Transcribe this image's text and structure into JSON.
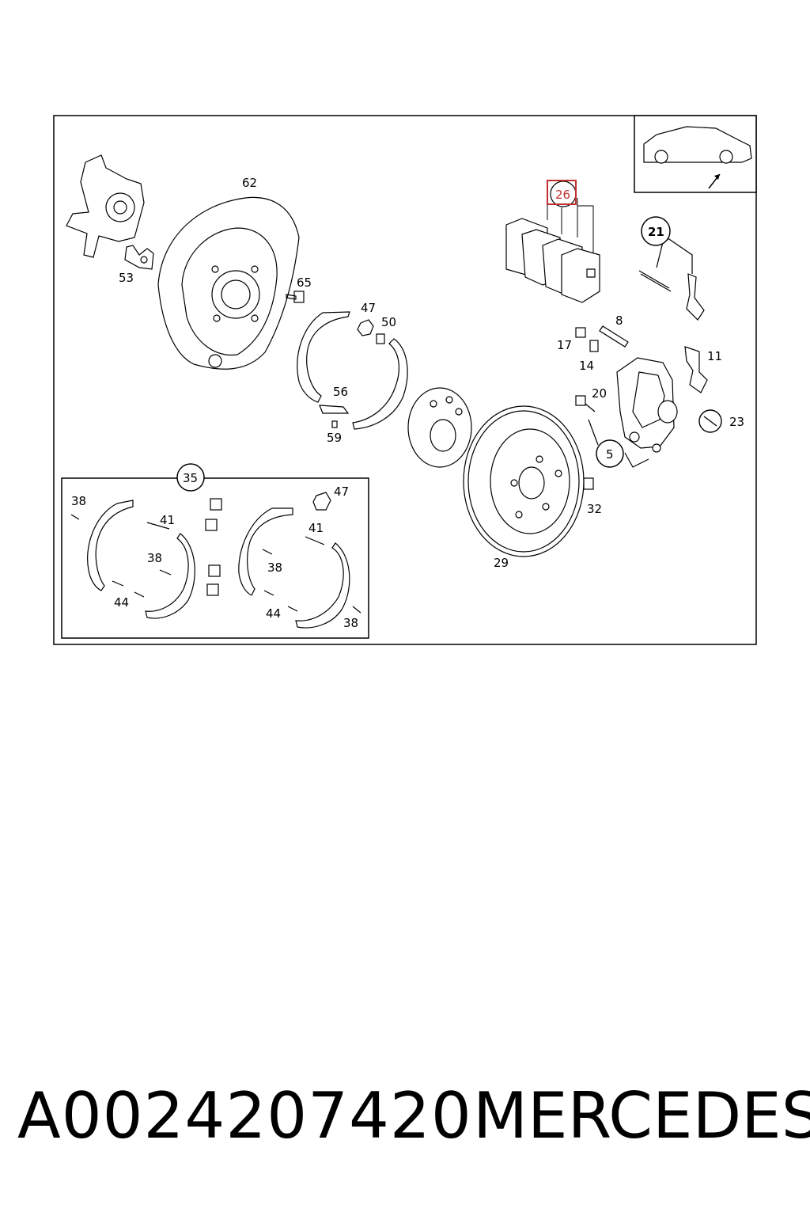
{
  "labels": {
    "l62": "62",
    "l53": "53",
    "l65": "65",
    "l47a": "47",
    "l50": "50",
    "l56": "56",
    "l59": "59",
    "l26": "26",
    "l21": "21",
    "l8": "8",
    "l17": "17",
    "l14": "14",
    "l11": "11",
    "l20": "20",
    "l23": "23",
    "l5": "5",
    "l32": "32",
    "l29": "29",
    "l35": "35",
    "l47b": "47",
    "l38a": "38",
    "l41a": "41",
    "l38b": "38",
    "l44a": "44",
    "l41b": "41",
    "l38c": "38",
    "l44b": "44",
    "l38d": "38"
  },
  "highlight_color": "#c03030",
  "footer": {
    "part_number": "A0024207420",
    "brand": "MERCEDES"
  }
}
